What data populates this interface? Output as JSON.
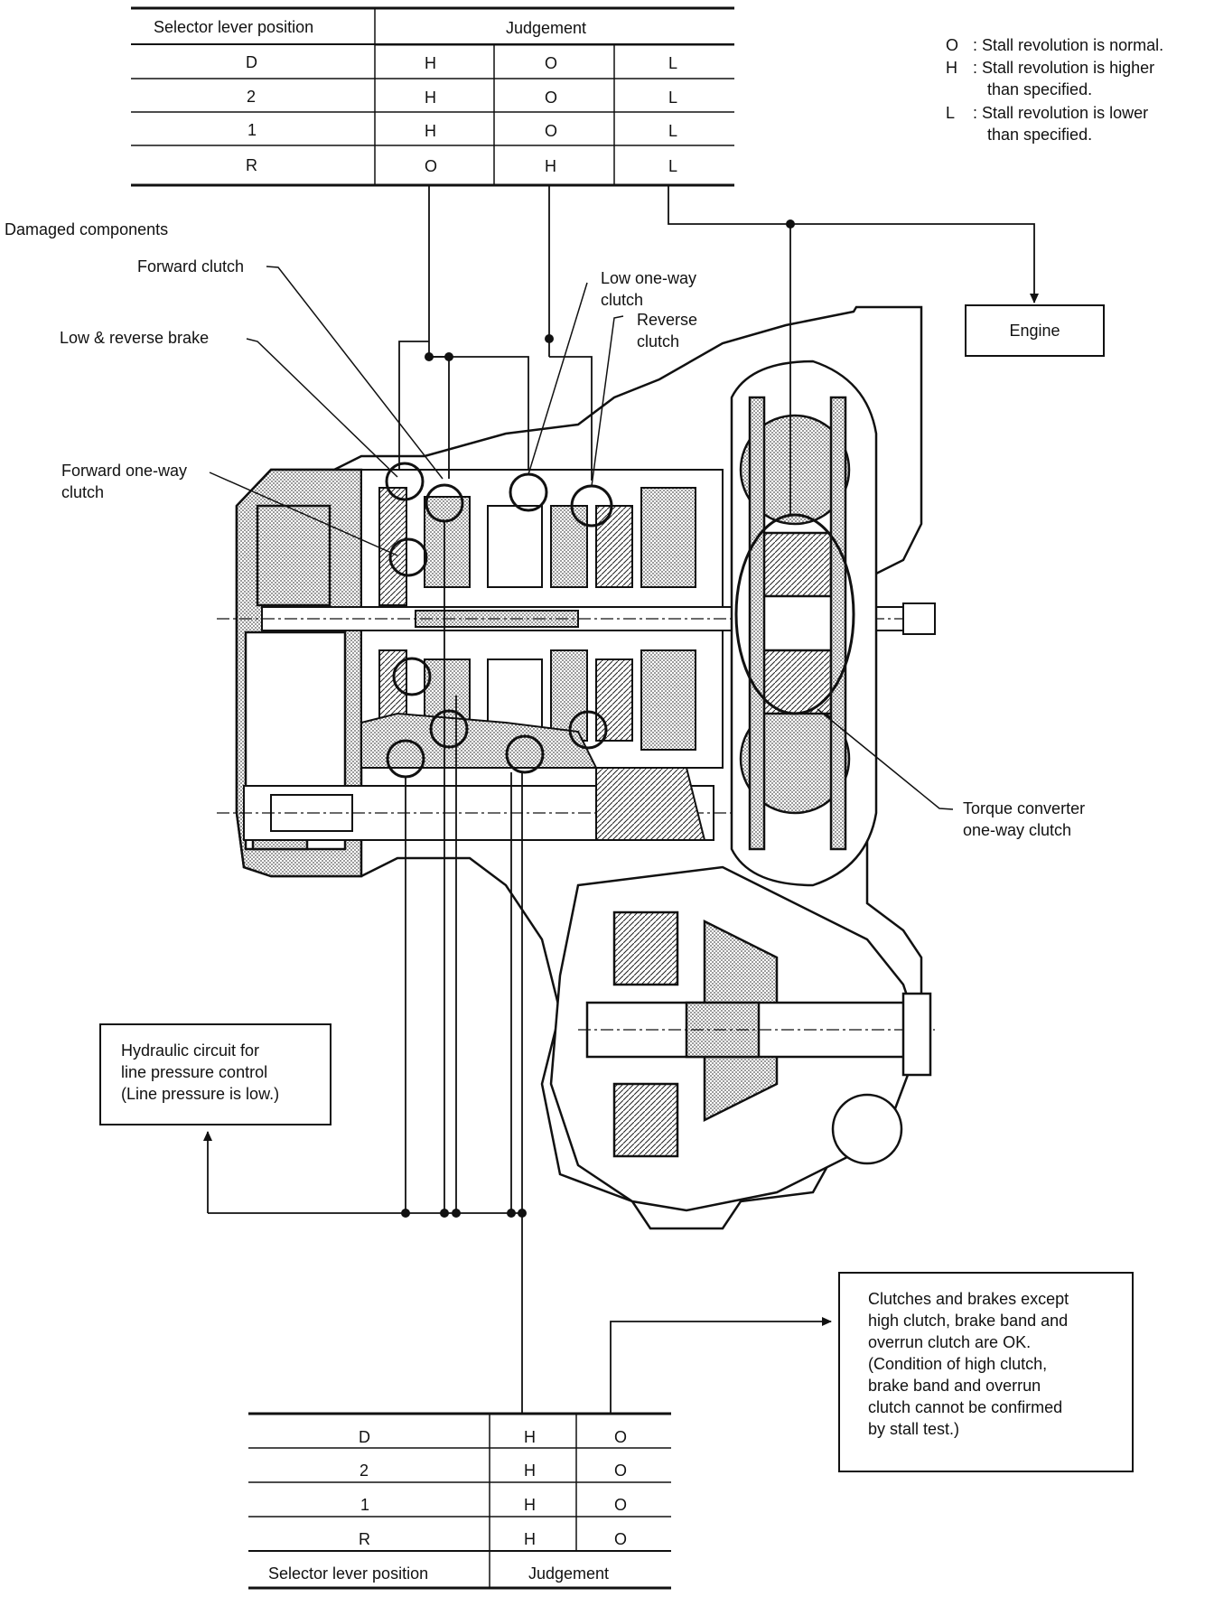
{
  "top_table": {
    "header": {
      "position": "Selector lever position",
      "judgement": "Judgement"
    },
    "rows": [
      {
        "pos": "D",
        "c1": "H",
        "c2": "O",
        "c3": "L"
      },
      {
        "pos": "2",
        "c1": "H",
        "c2": "O",
        "c3": "L"
      },
      {
        "pos": "1",
        "c1": "H",
        "c2": "O",
        "c3": "L"
      },
      {
        "pos": "R",
        "c1": "O",
        "c2": "H",
        "c3": "L"
      }
    ]
  },
  "legend": [
    {
      "sym": "O",
      "text": ": Stall revolution is normal."
    },
    {
      "sym": "H",
      "text": ": Stall revolution is higher",
      "text2": "than specified."
    },
    {
      "sym": "L",
      "text": ": Stall revolution is lower",
      "text2": "than specified."
    }
  ],
  "labels": {
    "damaged_components": "Damaged components",
    "forward_clutch": "Forward clutch",
    "low_reverse_brake": "Low & reverse brake",
    "forward_one_way_1": "Forward one-way",
    "forward_one_way_2": "clutch",
    "low_one_way_1": "Low one-way",
    "low_one_way_2": "clutch",
    "reverse_clutch_1": "Reverse",
    "reverse_clutch_2": "clutch",
    "torque_converter_1": "Torque converter",
    "torque_converter_2": "one-way clutch"
  },
  "boxes": {
    "engine": "Engine",
    "hydraulic": [
      "Hydraulic circuit for",
      "line pressure control",
      "(Line pressure is low.)"
    ],
    "clutches": [
      "Clutches and brakes except",
      "high clutch, brake band and",
      "overrun clutch are OK.",
      "(Condition of high clutch,",
      "brake band and overrun",
      "clutch cannot be confirmed",
      "by stall test.)"
    ]
  },
  "bottom_table": {
    "rows": [
      {
        "pos": "D",
        "c1": "H",
        "c2": "O"
      },
      {
        "pos": "2",
        "c1": "H",
        "c2": "O"
      },
      {
        "pos": "1",
        "c1": "H",
        "c2": "O"
      },
      {
        "pos": "R",
        "c1": "H",
        "c2": "O"
      }
    ],
    "footer": {
      "position": "Selector lever position",
      "judgement": "Judgement"
    }
  }
}
